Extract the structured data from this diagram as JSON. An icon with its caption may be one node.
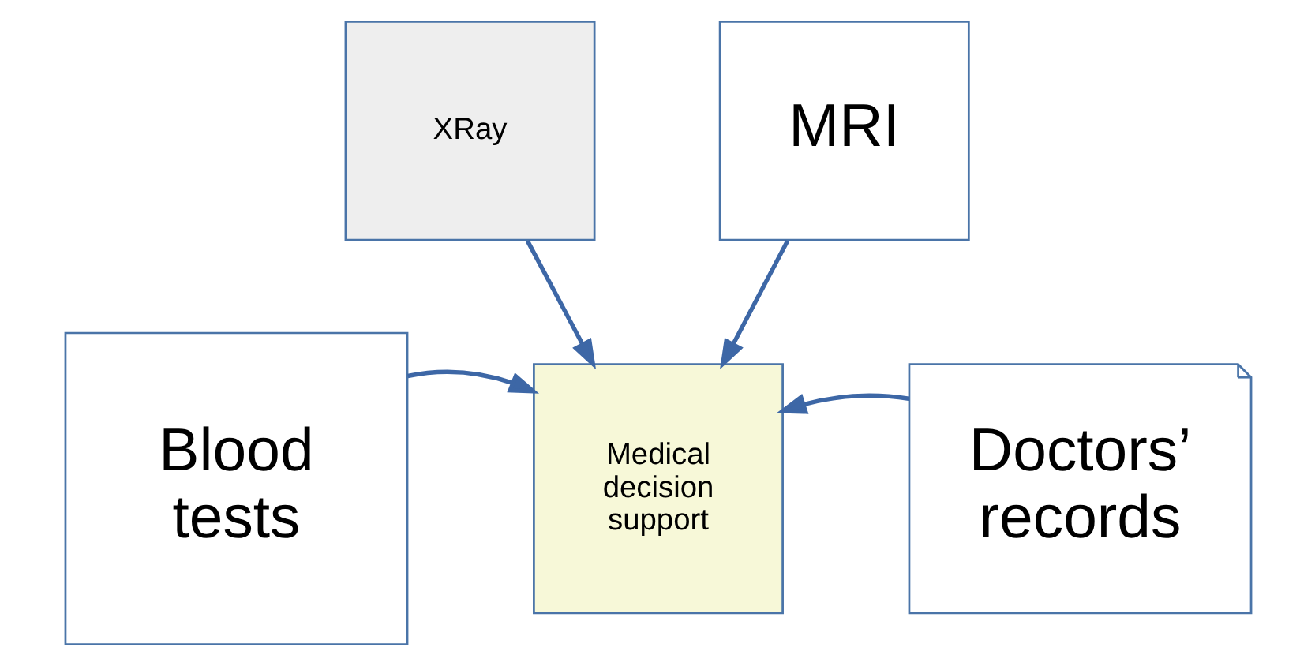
{
  "diagram": {
    "nodes": [
      {
        "text": [
          "XRay"
        ]
      },
      {
        "text": [
          "MRI"
        ]
      },
      {
        "text": [
          "Medical decision support"
        ]
      },
      {
        "text": [
          "Blood tests"
        ]
      },
      {
        "text": [
          "Doctors’ records"
        ]
      }
    ],
    "edges": [
      {
        "from": 0,
        "to": 2,
        "arrow": "to"
      },
      {
        "from": 1,
        "to": 2,
        "arrow": "to"
      },
      {
        "from": 3,
        "to": 2,
        "arrow": "to"
      },
      {
        "from": 4,
        "to": 2,
        "arrow": "to"
      }
    ]
  }
}
